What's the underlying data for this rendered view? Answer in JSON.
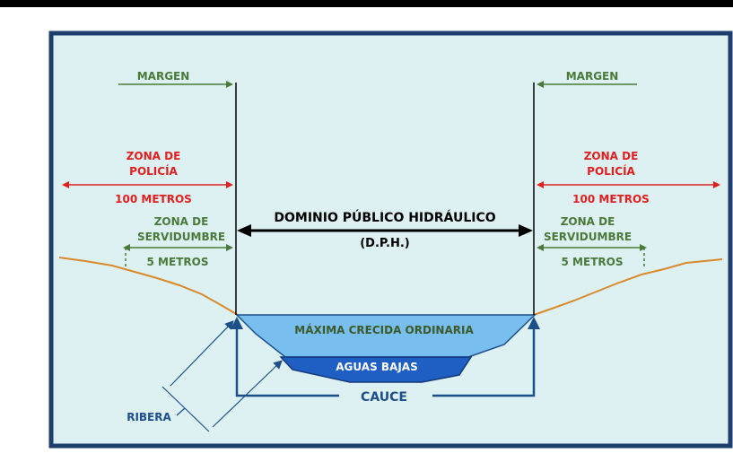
{
  "labels": {
    "margin_left": "MARGEN",
    "margin_right": "MARGEN",
    "police_zone_left_line1": "ZONA DE",
    "police_zone_left_line2": "POLICÍA",
    "police_zone_left_distance": "100 METROS",
    "police_zone_right_line1": "ZONA DE",
    "police_zone_right_line2": "POLICÍA",
    "police_zone_right_distance": "100 METROS",
    "servitude_left_line1": "ZONA DE",
    "servitude_left_line2": "SERVIDUMBRE",
    "servitude_left_distance": "5 METROS",
    "servitude_right_line1": "ZONA DE",
    "servitude_right_line2": "SERVIDUMBRE",
    "servitude_right_distance": "5 METROS",
    "public_domain": "DOMINIO PÚBLICO HIDRÁULICO",
    "public_domain_abbr": "(D.P.H.)",
    "max_flood": "MÁXIMA CRECIDA ORDINARIA",
    "low_water": "AGUAS BAJAS",
    "channel": "CAUCE",
    "bank": "RIBERA"
  },
  "colors": {
    "background": "#ddf0f2",
    "frame": "#1e3e6e",
    "police_red": "#e02020",
    "margin_green": "#4a7a3a",
    "ground": "#d98a2c",
    "flood_water": "#78bff0",
    "low_water": "#1f5ec2",
    "channel_blue": "#1d4f8a",
    "black": "#000000"
  }
}
